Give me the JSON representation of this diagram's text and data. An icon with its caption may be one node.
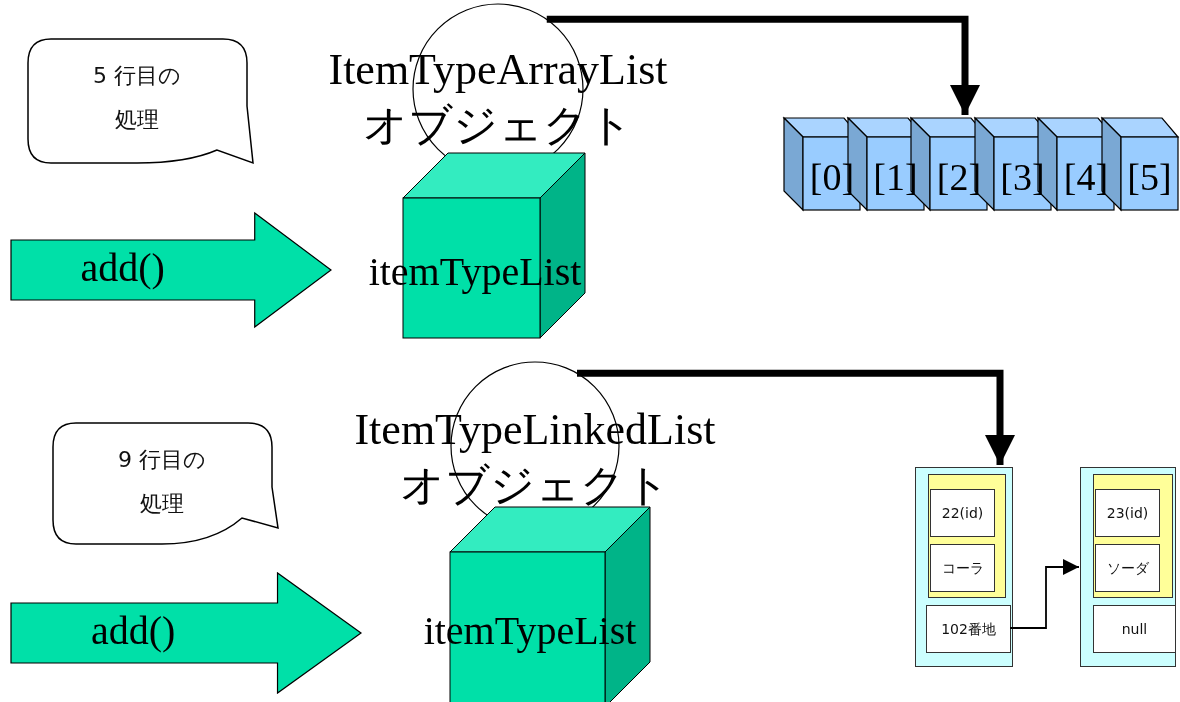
{
  "diagram": {
    "nodes": [
      {
        "text": [
          "5 行目の処理"
        ]
      },
      {
        "text": [
          "add()"
        ]
      },
      {
        "text": [
          "ItemTypeArrayList オブジェクト"
        ]
      },
      {
        "text": [
          "itemTypeList"
        ]
      },
      {
        "text": [
          "[0]"
        ]
      },
      {
        "text": [
          "[1]"
        ]
      },
      {
        "text": [
          "[2]"
        ]
      },
      {
        "text": [
          "[3]"
        ]
      },
      {
        "text": [
          "[4]"
        ]
      },
      {
        "text": [
          "[5]"
        ]
      },
      {
        "text": [
          "9 行目の処理"
        ]
      },
      {
        "text": [
          "add()"
        ]
      },
      {
        "text": [
          "ItemTypeLinkedList オブジェクト"
        ]
      },
      {
        "text": [
          "itemTypeList"
        ]
      },
      {
        "text": [],
        "shape": "box"
      },
      {
        "text": [],
        "shape": "box",
        "in": 14
      },
      {
        "text": [
          "22(id)"
        ],
        "in": 15
      },
      {
        "text": [
          "コーラ"
        ],
        "in": 15
      },
      {
        "text": [
          "102番地"
        ],
        "in": 14
      },
      {
        "text": [],
        "shape": "box"
      },
      {
        "text": [],
        "shape": "box",
        "in": 19
      },
      {
        "text": [
          "23(id)"
        ],
        "in": 20
      },
      {
        "text": [
          "ソーダ"
        ],
        "in": 20
      },
      {
        "text": [
          "null"
        ],
        "in": 19
      }
    ],
    "edges": [
      {
        "from": 2,
        "to": 6,
        "arrow": "to"
      },
      {
        "from": 12,
        "to": 14,
        "arrow": "to"
      },
      {
        "from": 18,
        "to": 19,
        "arrow": "to"
      }
    ]
  }
}
